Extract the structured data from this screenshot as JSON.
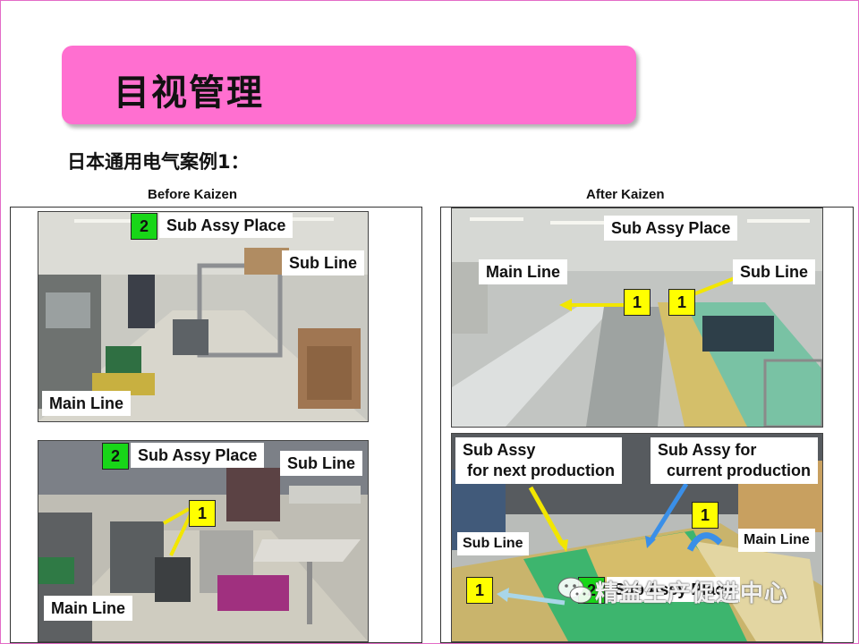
{
  "title": "目视管理",
  "subtitle": "日本通用电气案例1：",
  "before": {
    "caption": "Before Kaizen",
    "photo1": {
      "sub_assy_label": "Sub Assy Place",
      "sub_assy_num": "2",
      "sub_line_label": "Sub Line",
      "main_line_label": "Main Line"
    },
    "photo2": {
      "sub_assy_label": "Sub Assy Place",
      "sub_assy_num": "2",
      "sub_line_label": "Sub Line",
      "marker_num": "1",
      "main_line_label": "Main Line"
    }
  },
  "after": {
    "caption": "After Kaizen",
    "photo1": {
      "sub_assy_label": "Sub Assy Place",
      "main_line_label": "Main Line",
      "sub_line_label": "Sub Line",
      "marker_left_num": "1",
      "marker_right_num": "1"
    },
    "photo2": {
      "next_production_label": "Sub Assy\n for next production",
      "current_production_label": "Sub Assy for\n  current production",
      "sub_line_label": "Sub Line",
      "main_line_label": "Main Line",
      "marker_right_num": "1",
      "marker_left_num": "1",
      "sub_assy_num": "2",
      "sub_assy_label": "Sub Assy Place"
    }
  },
  "watermark": "精益生产促进中心",
  "colors": {
    "title_bg": "#ff6fd0",
    "green_marker": "#18d618",
    "yellow_marker": "#ffff00",
    "arrow_yellow": "#f2e600",
    "arrow_blue": "#3a8fe8"
  }
}
